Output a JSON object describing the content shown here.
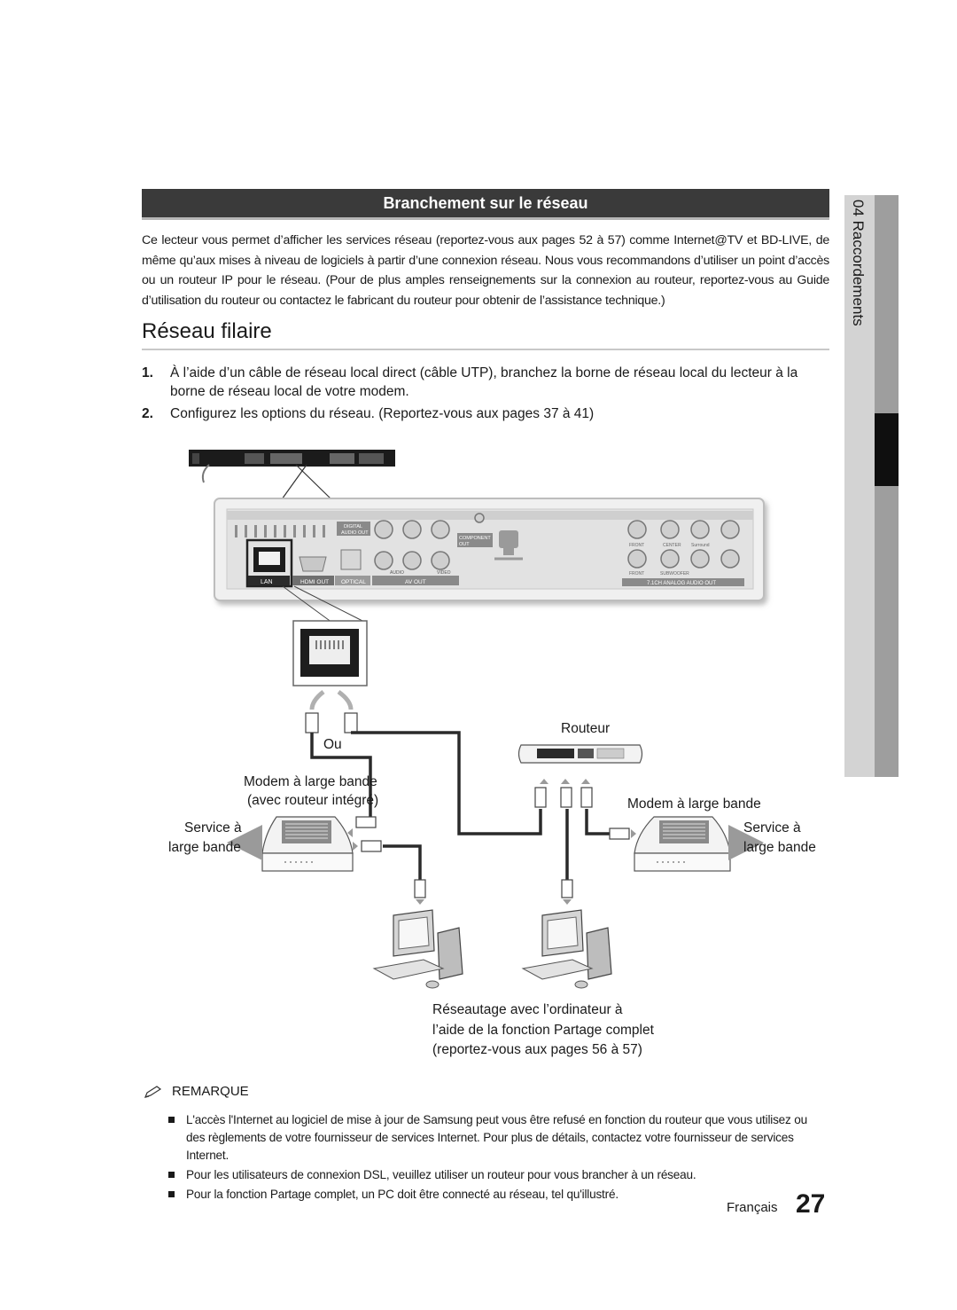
{
  "section": {
    "title": "Branchement sur le réseau"
  },
  "intro": "Ce lecteur vous permet d’afficher les services réseau (reportez-vous aux pages 52 à 57) comme Internet@TV et BD-LIVE, de même qu’aux mises à niveau de logiciels à partir d’une connexion réseau. Nous vous recommandons d’utiliser un point d’accès ou un routeur IP pour le réseau. (Pour de plus amples renseignements sur la connexion au routeur, reportez-vous au Guide d’utilisation du routeur ou contactez le fabricant du routeur pour obtenir de l’assistance technique.)",
  "heading": "Réseau filaire",
  "steps": [
    {
      "num": "1.",
      "text": "À l’aide d’un câble de réseau local direct (câble UTP), branchez la borne de réseau local du lecteur à la borne de réseau local de votre modem."
    },
    {
      "num": "2.",
      "text": "Configurez les options du réseau. (Reportez-vous aux pages 37 à 41)"
    }
  ],
  "side_tab": {
    "label": "04 Raccordements"
  },
  "diagram": {
    "panel_labels": {
      "lan": "LAN",
      "hdmi": "HDMI OUT",
      "optical": "OPTICAL",
      "digital": "DIGITAL",
      "audio_out": "AUDIO OUT",
      "component": "COMPONENT",
      "out": "OUT",
      "audio": "AUDIO",
      "video": "VIDEO",
      "av_out": "AV OUT",
      "front": "FRONT",
      "center": "CENTER",
      "surround": "Surround",
      "subwoofer": "SUBWOOFER",
      "analog": "7.1CH ANALOG AUDIO OUT"
    },
    "routeur": "Routeur",
    "ou": "Ou",
    "modem_routeur_line1": "Modem à large bande",
    "modem_routeur_line2": "(avec routeur intégré)",
    "service_left_line1": "Service à",
    "service_left_line2": "large bande",
    "modem_right": "Modem à large bande",
    "service_right_line1": "Service à",
    "service_right_line2": "large bande",
    "caption": [
      "Réseautage avec l’ordinateur à",
      "l’aide de la fonction Partage complet",
      "(reportez-vous aux pages 56 à 57)"
    ]
  },
  "note": {
    "title": "REMARQUE",
    "items": [
      "L'accès l'Internet au logiciel de mise à jour de Samsung peut vous être refusé en fonction du routeur que vous utilisez ou des règlements de votre fournisseur de services Internet. Pour plus de détails, contactez votre fournisseur de services Internet.",
      "Pour les utilisateurs de connexion DSL, veuillez utiliser un routeur pour vous brancher à un réseau.",
      "Pour la fonction Partage complet, un PC doit être connecté au réseau, tel qu'illustré."
    ]
  },
  "footer": {
    "language": "Français",
    "page": "27"
  }
}
